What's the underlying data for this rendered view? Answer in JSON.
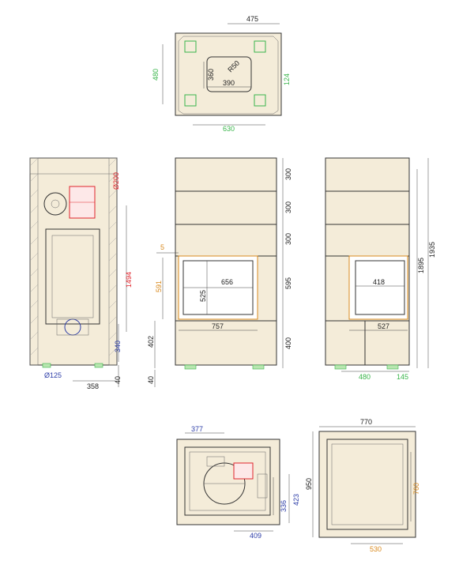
{
  "colors": {
    "outline": "#333333",
    "orange": "#d98a1e",
    "green": "#39b54a",
    "red": "#e0242c",
    "blue": "#2e3ea8",
    "light_green_fill": "#b8e6b0",
    "beige": "#f4ecd9"
  },
  "top_view": {
    "d475": "475",
    "d480": "480",
    "d360": "360",
    "r50": "R50",
    "d390": "390",
    "d124": "124",
    "d630": "630"
  },
  "side_section": {
    "d200": "Ø200",
    "d1494": "1494",
    "d340": "340",
    "d125": "Ø125",
    "d358": "358",
    "d40": "40"
  },
  "front_view": {
    "d300a": "300",
    "d300b": "300",
    "d300c": "300",
    "d5": "5",
    "d591": "591",
    "d656": "656",
    "d525": "525",
    "d595": "595",
    "d757": "757",
    "d402": "402",
    "d400": "400",
    "d40": "40"
  },
  "right_view": {
    "d418": "418",
    "d527": "527",
    "d1895": "1895",
    "d1935": "1935",
    "d480": "480",
    "d145": "145"
  },
  "bottom_section": {
    "d377": "377",
    "d336": "336",
    "d423": "423",
    "d409": "409"
  },
  "bottom_plan": {
    "d770": "770",
    "d950": "950",
    "d760": "760",
    "d530": "530"
  }
}
